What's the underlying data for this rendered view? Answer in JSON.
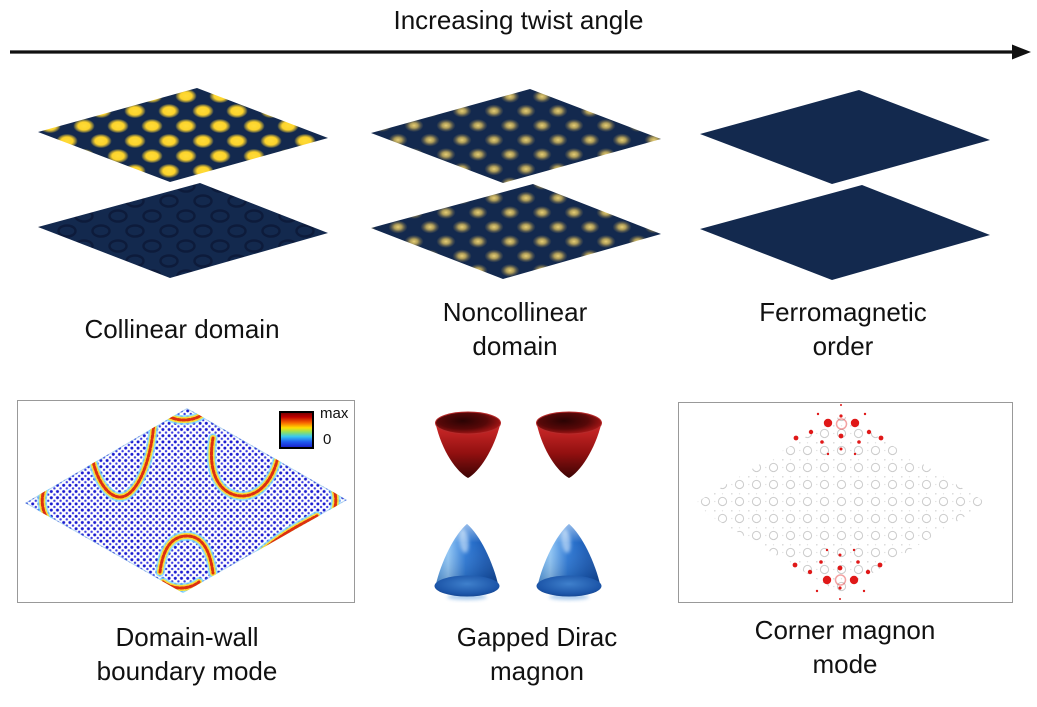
{
  "header": {
    "title": "Increasing twist angle"
  },
  "phases": [
    {
      "lines": [
        "Collinear domain",
        ""
      ]
    },
    {
      "lines": [
        "Noncollinear",
        "domain"
      ]
    },
    {
      "lines": [
        "Ferromagnetic",
        "order"
      ]
    }
  ],
  "modes": [
    {
      "lines": [
        "Domain-wall",
        "boundary mode"
      ],
      "colorbar": {
        "max": "max",
        "zero": "0"
      }
    },
    {
      "lines": [
        "Gapped Dirac",
        "magnon"
      ]
    },
    {
      "lines": [
        "Corner magnon",
        "mode"
      ]
    }
  ],
  "colors": {
    "ink": "#111111",
    "navy": "#13294e",
    "dot_yellow": "#fdd42c",
    "panel_border": "#999999",
    "blue_dot": "#1b1bd0",
    "wall_red": "#dd2f10",
    "wall_yellow": "#ffdf2e",
    "wall_cyan": "#7edbff",
    "corner_red": "#e01818",
    "lattice_gray": "#c6c6c6",
    "cone_red": "#a51212",
    "cone_blue": "#2f7ad6"
  }
}
